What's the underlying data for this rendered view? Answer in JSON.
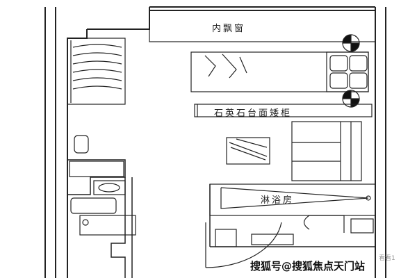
{
  "labels": {
    "bay_window": "内飘窗",
    "quartz_cabinet": "石英石台面矮柜",
    "shower_room": "淋浴房"
  },
  "watermark": {
    "main": "搜狐号@搜狐焦点天门站",
    "small": "看看1"
  },
  "colors": {
    "line": "#222222",
    "background": "#ffffff"
  }
}
